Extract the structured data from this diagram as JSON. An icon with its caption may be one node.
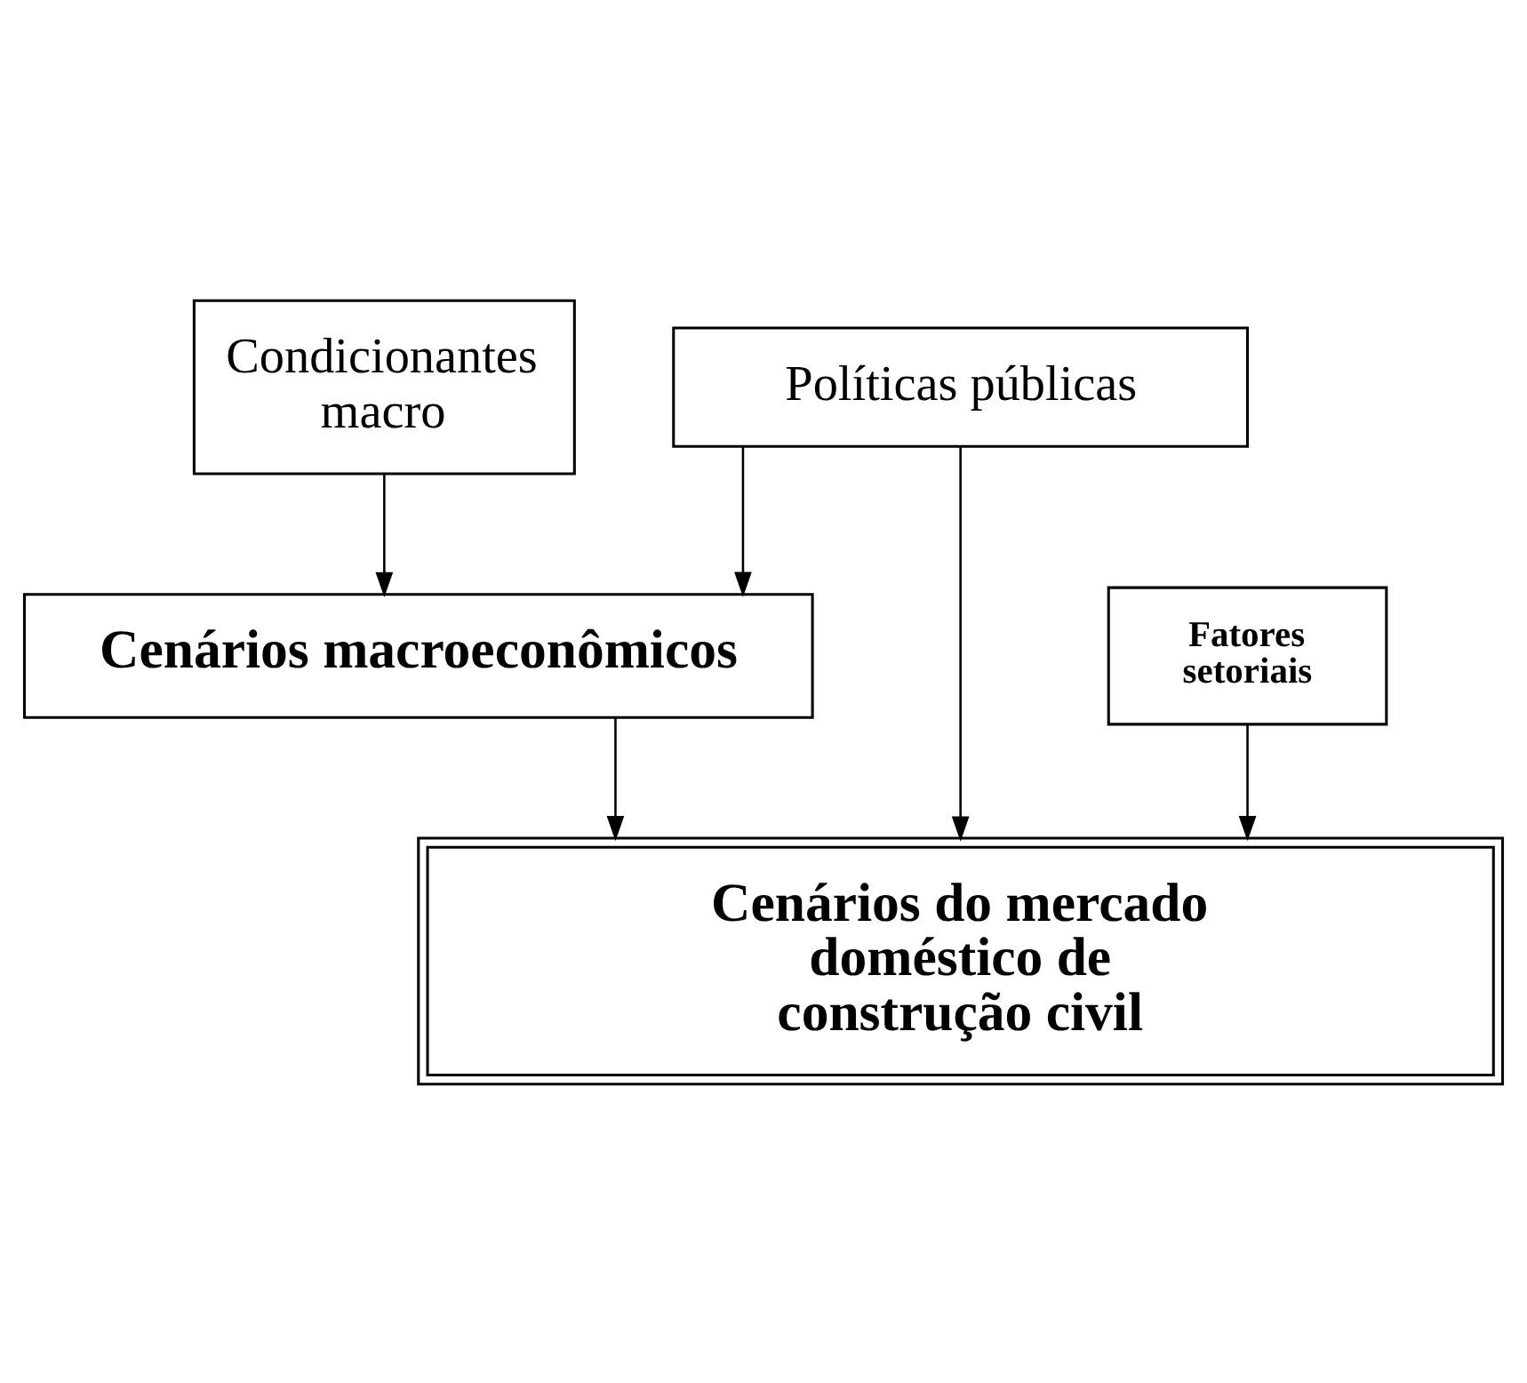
{
  "diagram": {
    "nodes": [
      {
        "text": [
          "Condicionantes macro"
        ]
      },
      {
        "text": [
          "Políticas públicas"
        ]
      },
      {
        "text": [
          "Cenários macroeconômicos"
        ]
      },
      {
        "text": [
          "Fatores setoriais"
        ]
      },
      {
        "text": [
          "Cenários do mercado doméstico de construção civil"
        ]
      }
    ],
    "edges": [
      {
        "from": 0,
        "to": 2,
        "arrow": "to"
      },
      {
        "from": 1,
        "to": 2,
        "arrow": "to"
      },
      {
        "from": 2,
        "to": 4,
        "arrow": "to"
      },
      {
        "from": 3,
        "to": 4,
        "arrow": "to"
      },
      {
        "from": 1,
        "to": 4,
        "arrow": "to"
      }
    ]
  }
}
